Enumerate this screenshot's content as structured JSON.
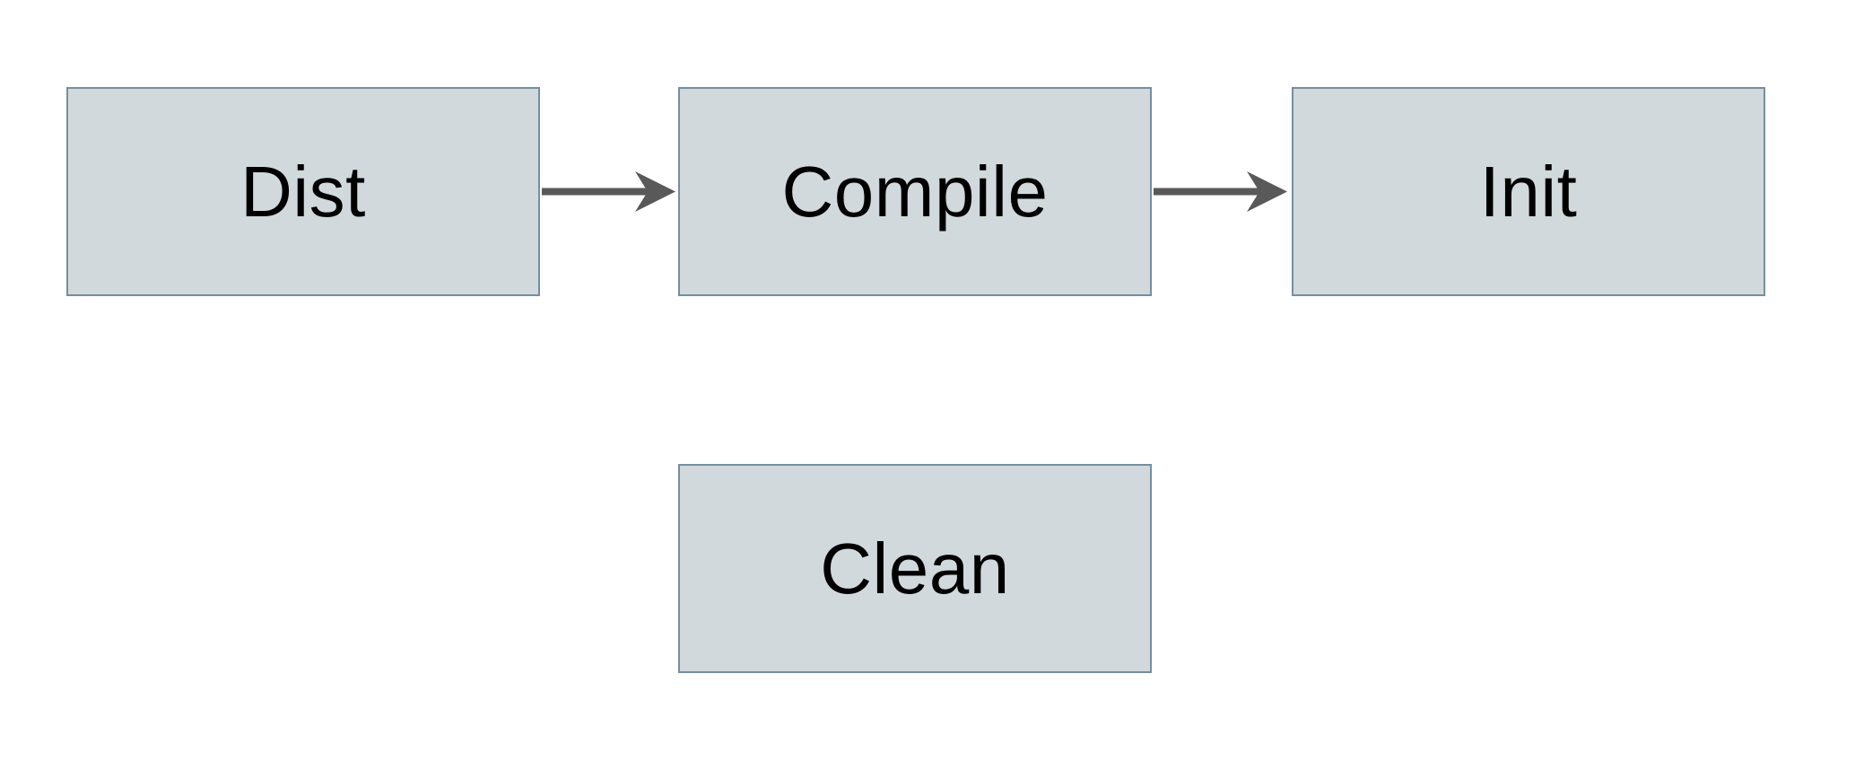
{
  "diagram": {
    "nodes": [
      {
        "id": "dist",
        "label": "Dist"
      },
      {
        "id": "compile",
        "label": "Compile"
      },
      {
        "id": "init",
        "label": "Init"
      },
      {
        "id": "clean",
        "label": "Clean"
      }
    ],
    "edges": [
      {
        "from": "Dist",
        "to": "Compile",
        "direction": "right"
      },
      {
        "from": "Compile",
        "to": "Init",
        "direction": "right"
      }
    ],
    "colors": {
      "background": "#ffffff",
      "node_fill": "#d2d9dc",
      "node_border": "#748f9d",
      "arrow": "#595959",
      "text": "#000000"
    }
  }
}
